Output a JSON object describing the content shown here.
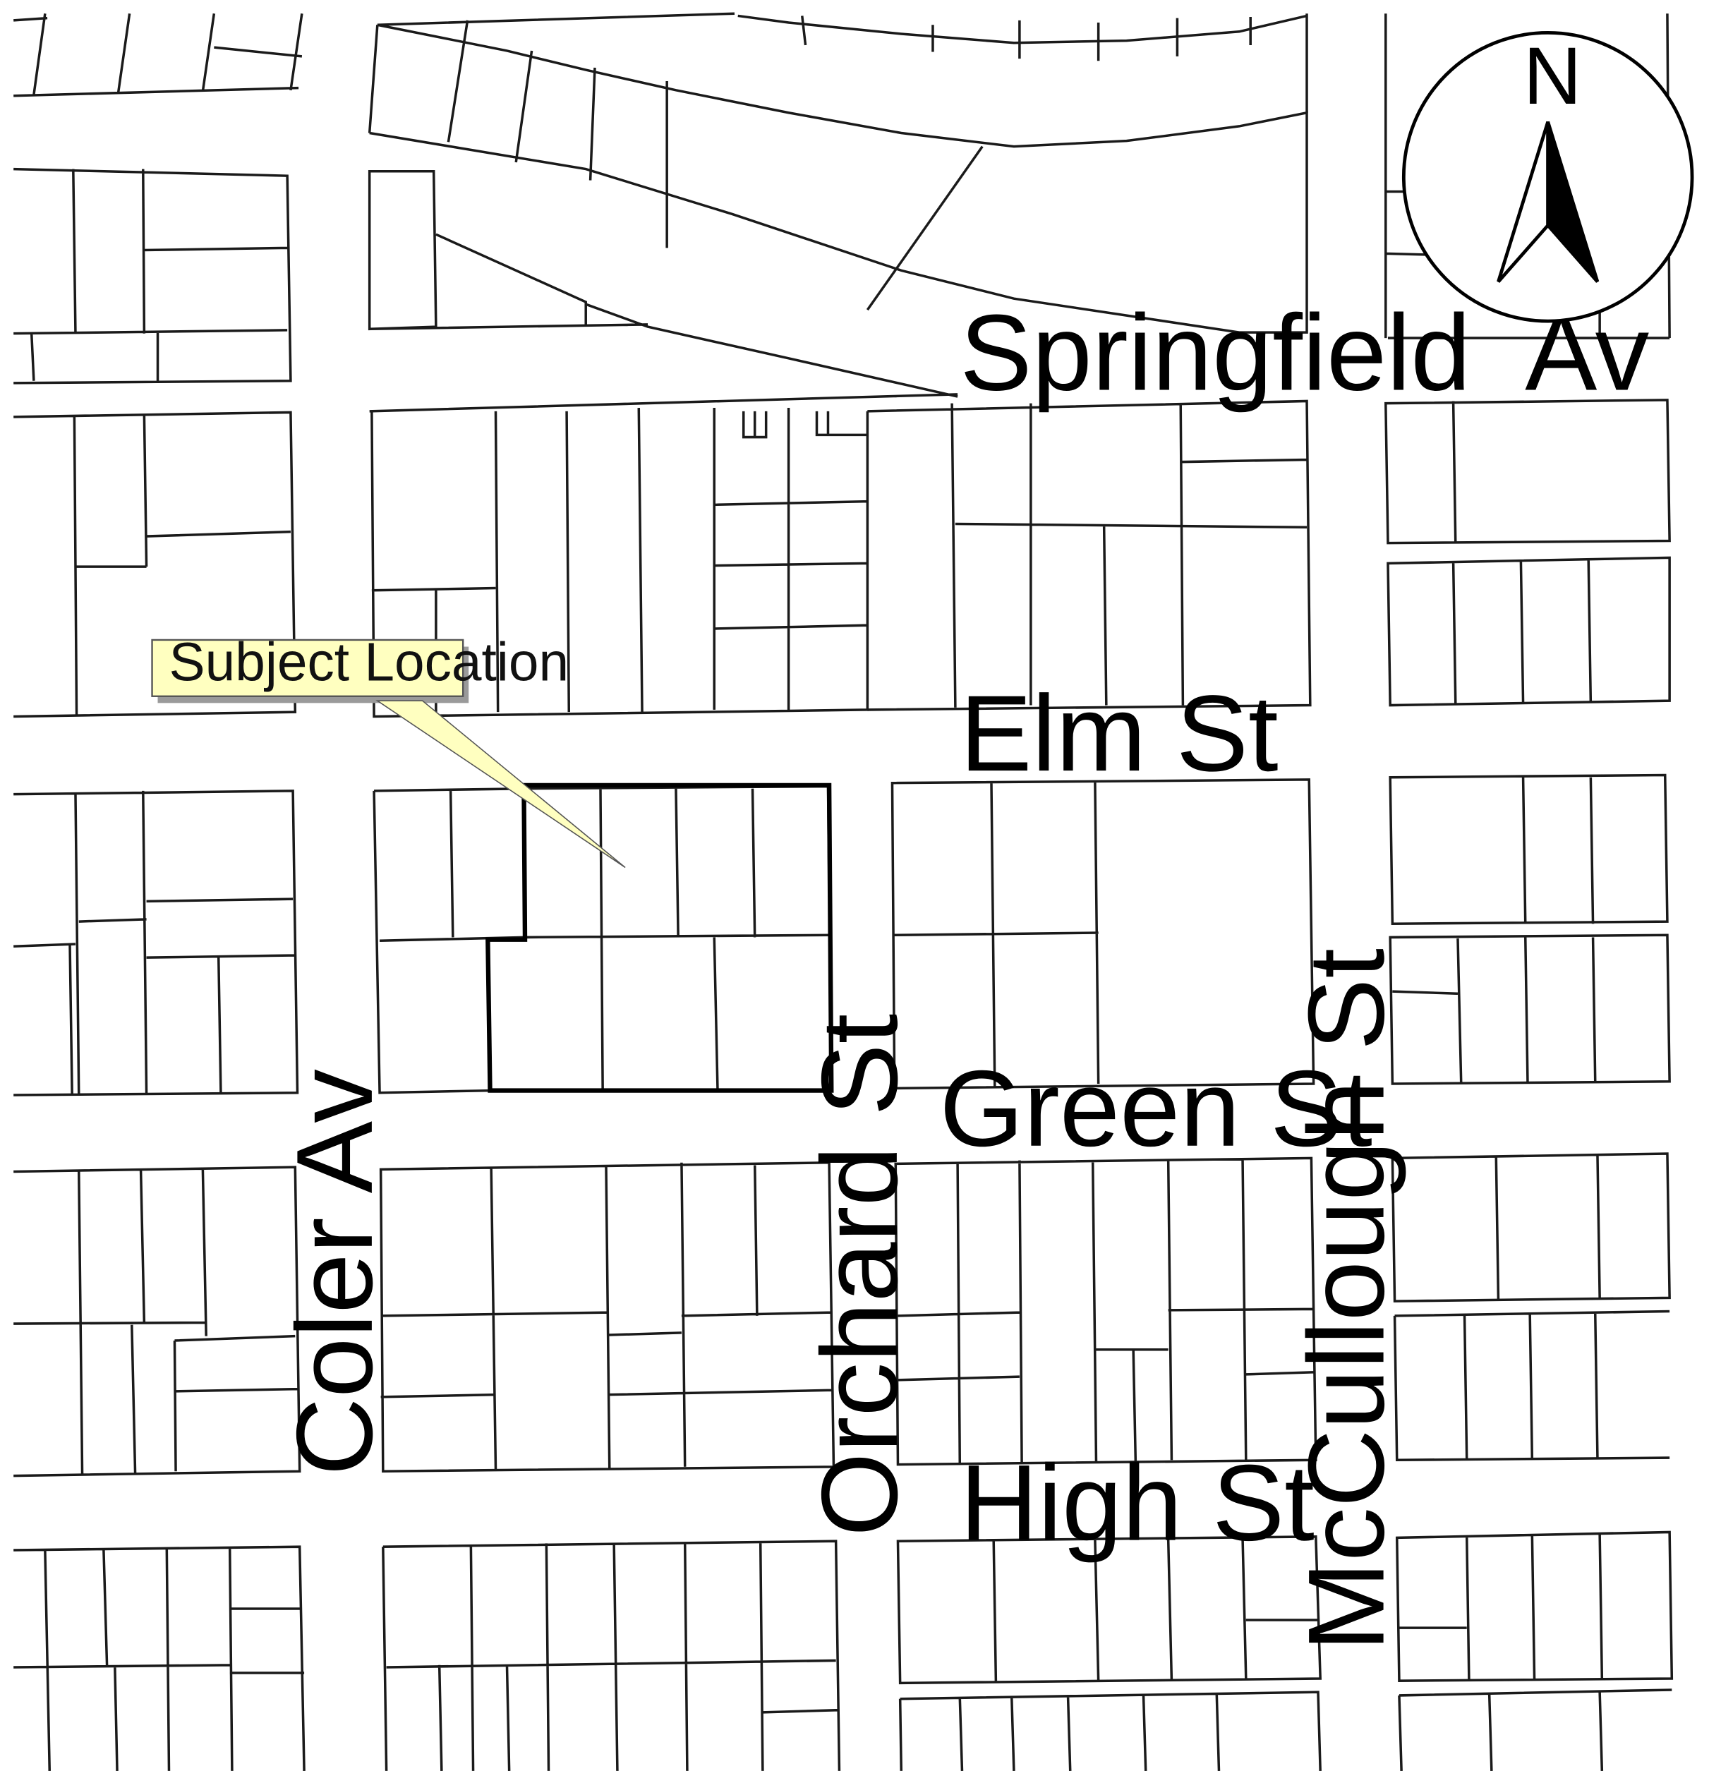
{
  "map": {
    "streets": {
      "springfield": "Springfield  Av",
      "elm": "Elm St",
      "green": "Green St",
      "high": "High St",
      "coler": "Coler Av",
      "orchard": "Orchard St",
      "mccullough": "McCullough St"
    },
    "callout": {
      "label": "Subject Location",
      "fill_color": "#ffffc0",
      "shadow_color": "#9a9a9a"
    },
    "compass": {
      "north_label": "N",
      "icon": "north-arrow-icon"
    },
    "colors": {
      "background": "#ffffff",
      "lines": "#1a1a1a",
      "subject_outline": "#000000"
    }
  }
}
